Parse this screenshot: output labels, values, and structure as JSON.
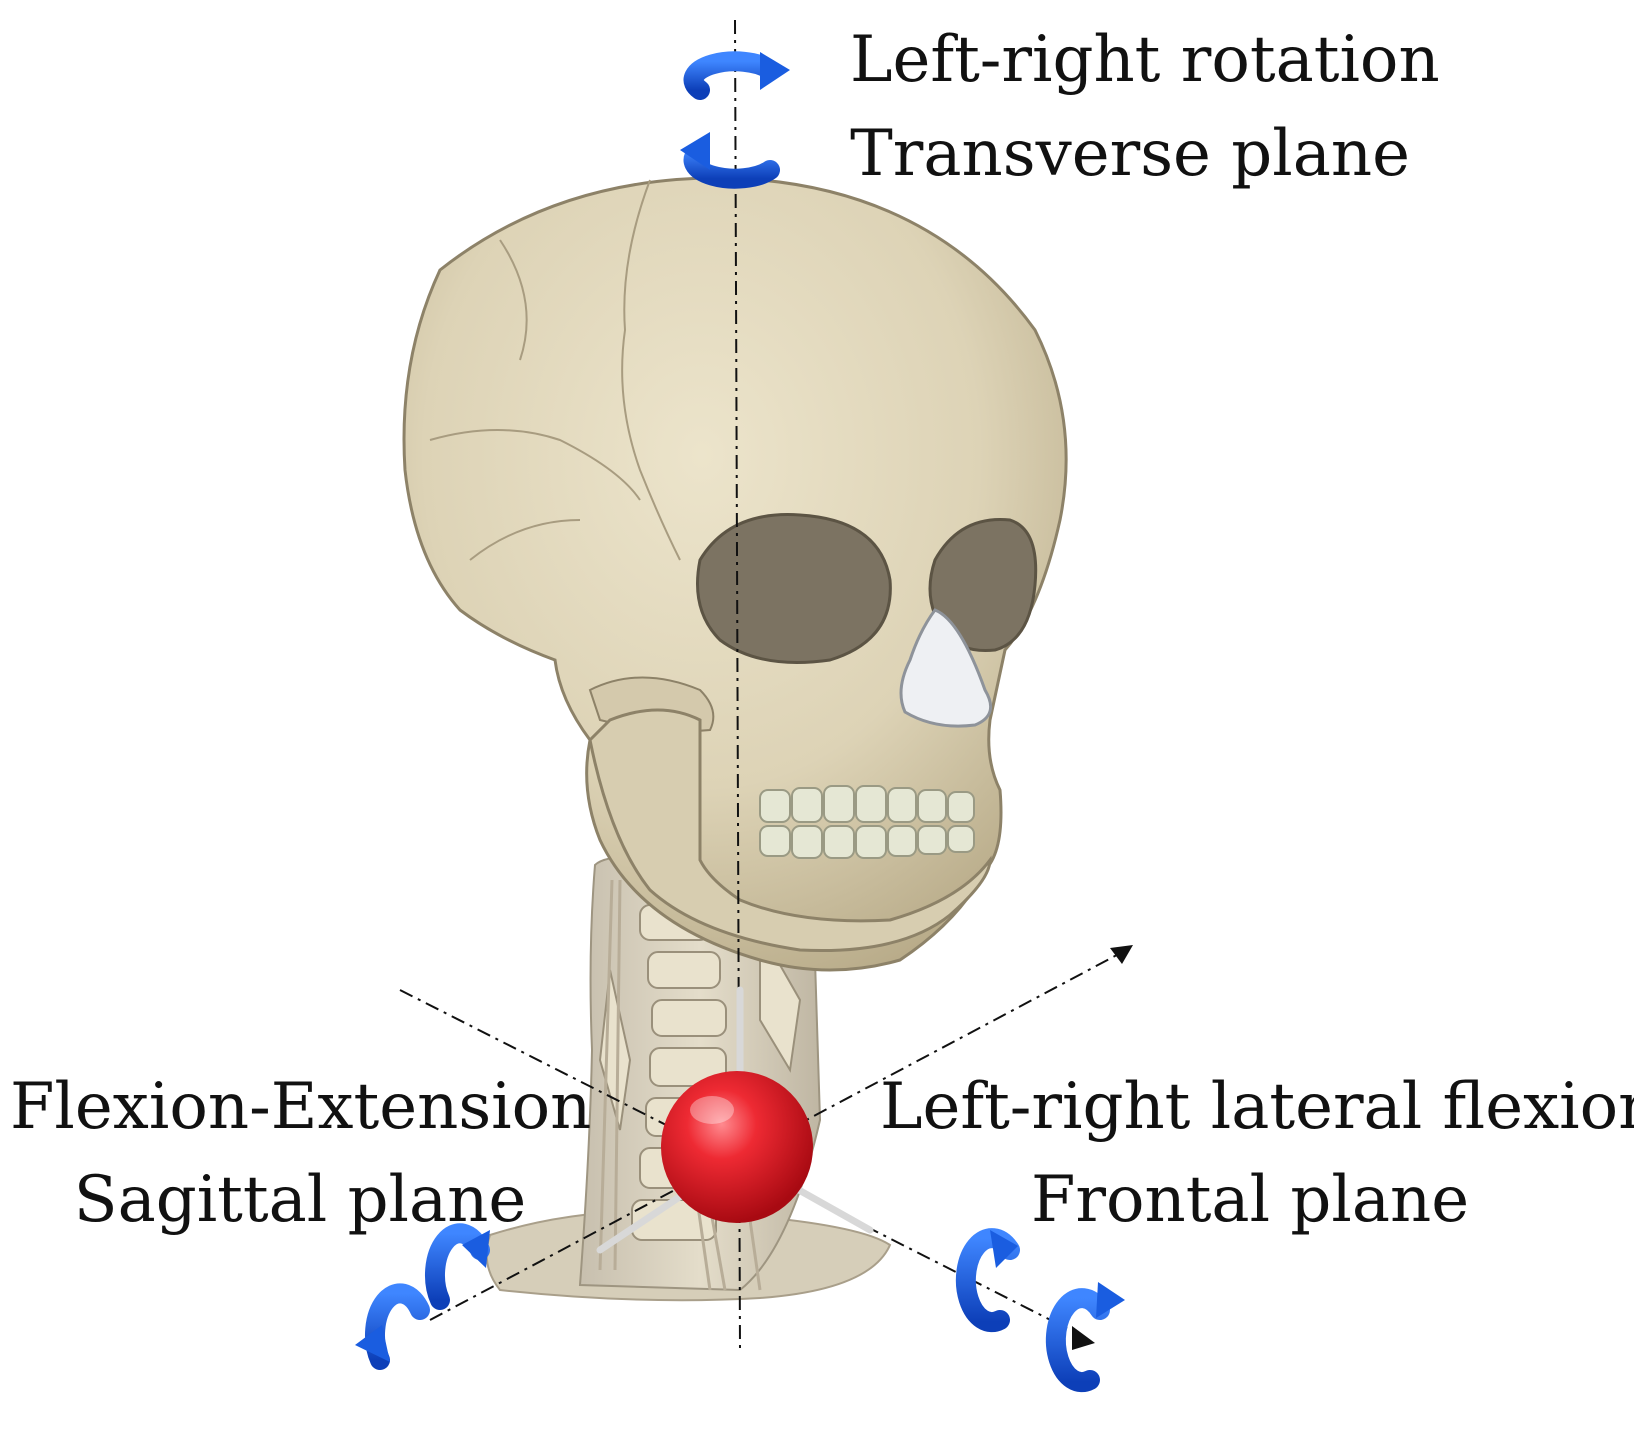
{
  "labels": {
    "transverse": {
      "motion": "Left-right rotation",
      "plane": "Transverse plane"
    },
    "sagittal": {
      "motion": "Flexion-Extension",
      "plane": "Sagittal plane"
    },
    "frontal": {
      "motion": "Left-right lateral flexion",
      "plane": "Frontal plane"
    }
  },
  "colors": {
    "bone": "#ddd3b6",
    "bone_shadow": "#b9ac8a",
    "rotation_arrow": "#1a5de0",
    "joint_sphere": "#e0141f",
    "axis_line": "#111111"
  },
  "icons": [
    "rotation-arrow-icon",
    "joint-sphere-icon",
    "axis-arrowhead-icon"
  ]
}
